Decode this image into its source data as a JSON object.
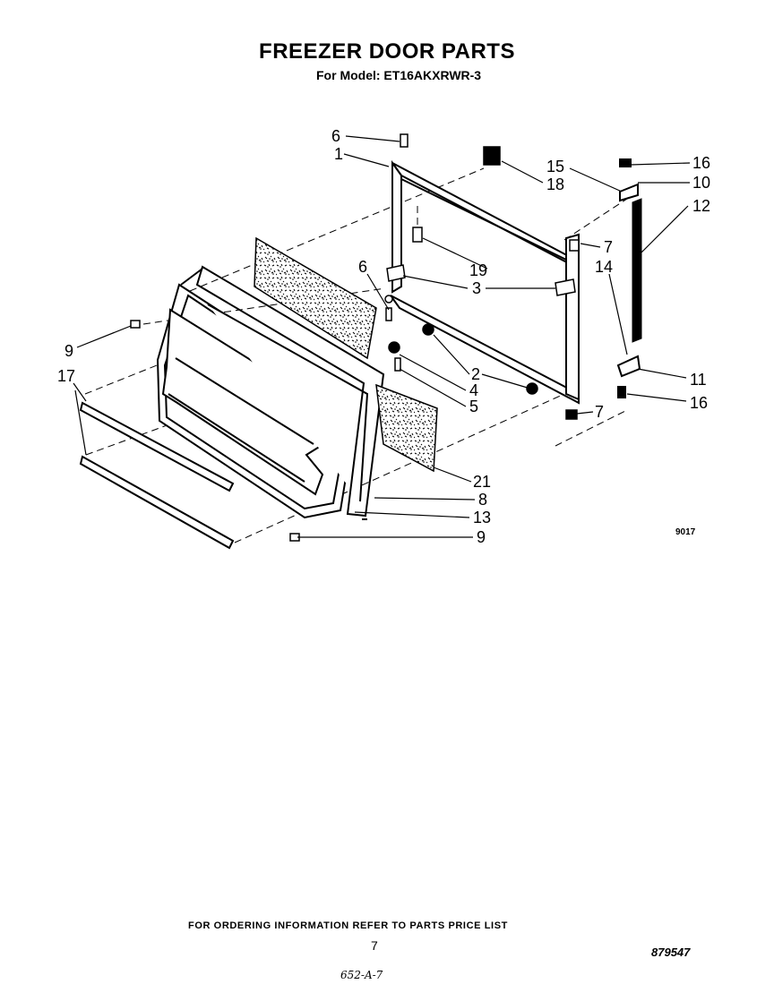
{
  "header": {
    "title": "FREEZER DOOR PARTS",
    "subtitle": "For Model: ET16AKXRWR-3"
  },
  "diagram": {
    "code": "9017",
    "callouts": [
      "1",
      "2",
      "3",
      "4",
      "5",
      "6",
      "6",
      "7",
      "7",
      "8",
      "9",
      "9",
      "10",
      "11",
      "12",
      "13",
      "14",
      "15",
      "16",
      "16",
      "17",
      "18",
      "19",
      "21"
    ]
  },
  "footer": {
    "note": "FOR ORDERING INFORMATION REFER TO PARTS PRICE LIST",
    "page": "7",
    "doc_number": "879547",
    "handwritten": "652-A-7"
  }
}
